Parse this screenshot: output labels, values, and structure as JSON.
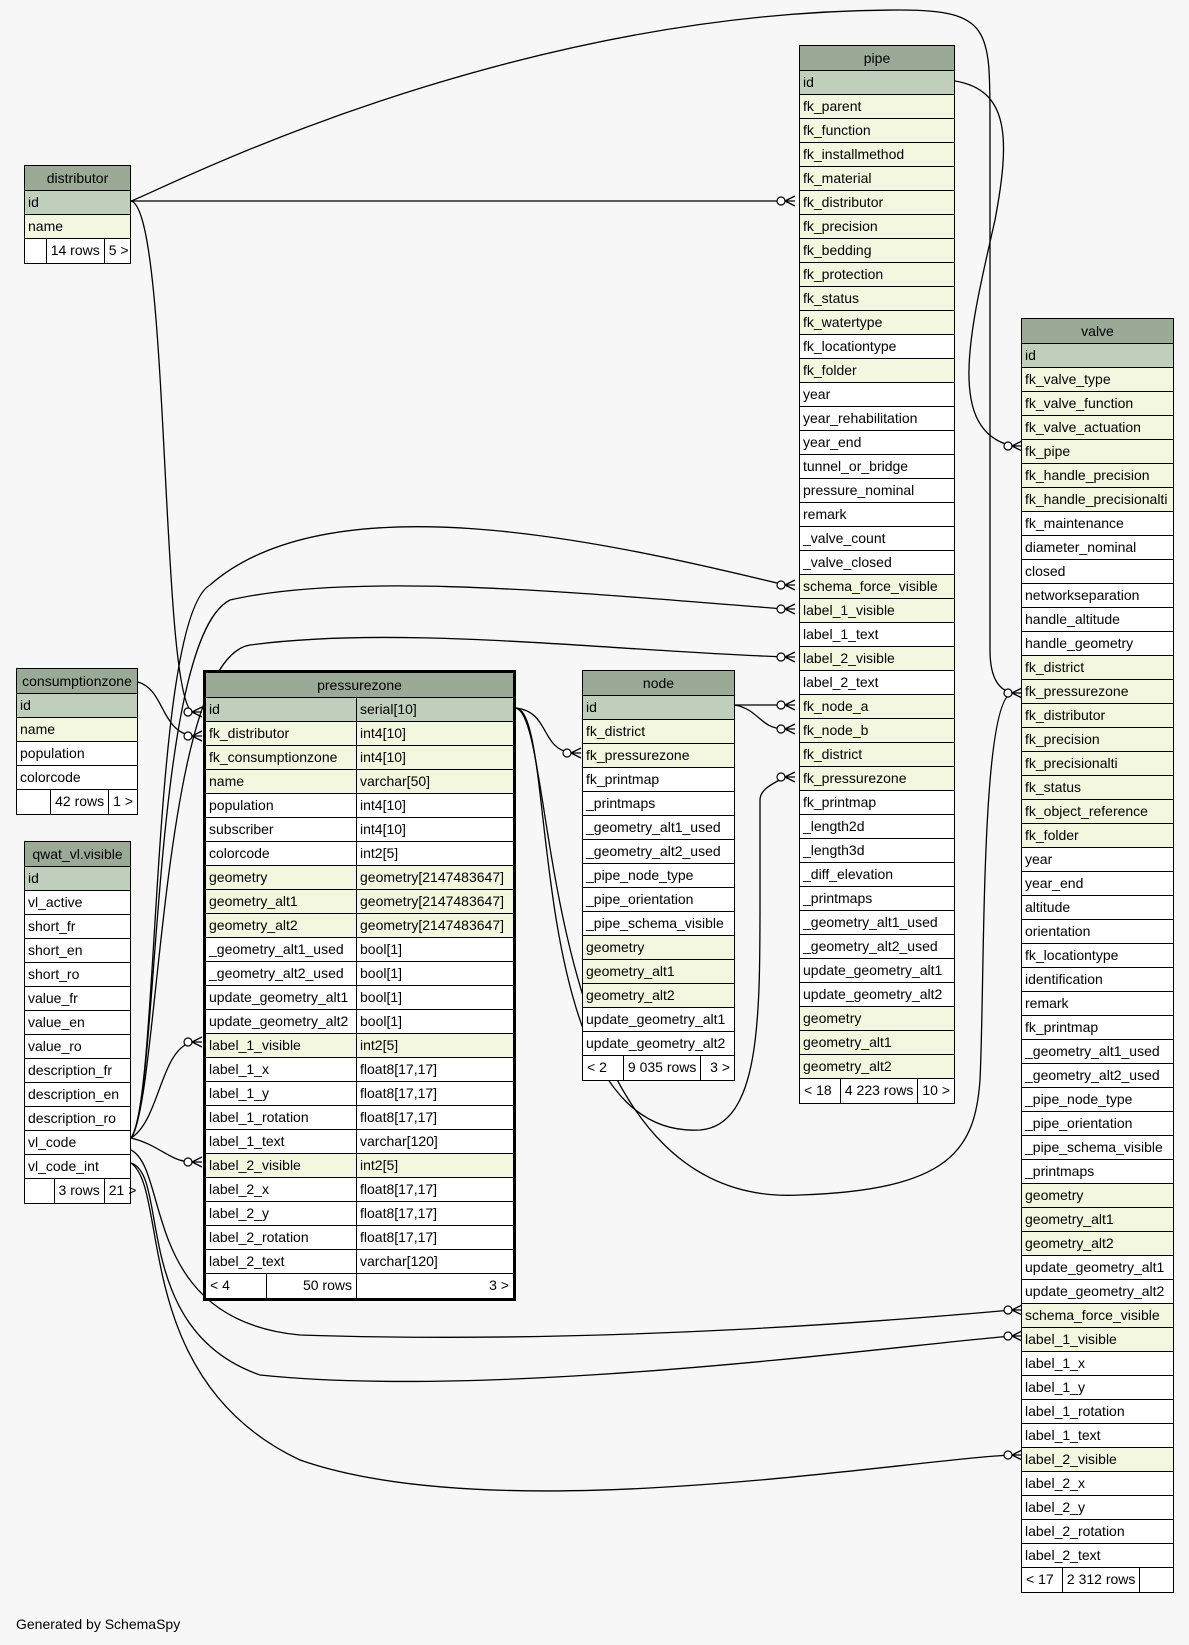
{
  "credit": "Generated by SchemaSpy",
  "tables": {
    "distributor": {
      "title": "distributor",
      "columns": [
        {
          "n": "id",
          "k": "pk"
        },
        {
          "n": "name",
          "k": "fk"
        }
      ],
      "footer": {
        "a": "",
        "b": "14 rows",
        "c": "5 >"
      }
    },
    "consumptionzone": {
      "title": "consumptionzone",
      "columns": [
        {
          "n": "id",
          "k": "pk"
        },
        {
          "n": "name",
          "k": "fk"
        },
        {
          "n": "population",
          "k": "pl"
        },
        {
          "n": "colorcode",
          "k": "pl"
        }
      ],
      "footer": {
        "a": "",
        "b": "42 rows",
        "c": "1 >"
      }
    },
    "qwat": {
      "title": "qwat_vl.visible",
      "columns": [
        {
          "n": "id",
          "k": "pk"
        },
        {
          "n": "vl_active",
          "k": "pl"
        },
        {
          "n": "short_fr",
          "k": "pl"
        },
        {
          "n": "short_en",
          "k": "pl"
        },
        {
          "n": "short_ro",
          "k": "pl"
        },
        {
          "n": "value_fr",
          "k": "pl"
        },
        {
          "n": "value_en",
          "k": "pl"
        },
        {
          "n": "value_ro",
          "k": "pl"
        },
        {
          "n": "description_fr",
          "k": "pl"
        },
        {
          "n": "description_en",
          "k": "pl"
        },
        {
          "n": "description_ro",
          "k": "pl"
        },
        {
          "n": "vl_code",
          "k": "pl"
        },
        {
          "n": "vl_code_int",
          "k": "pl"
        }
      ],
      "footer": {
        "a": "",
        "b": "3 rows",
        "c": "21 >"
      }
    },
    "pressurezone": {
      "title": "pressurezone",
      "columns": [
        {
          "n": "id",
          "t": "serial[10]",
          "k": "pk"
        },
        {
          "n": "fk_distributor",
          "t": "int4[10]",
          "k": "fk"
        },
        {
          "n": "fk_consumptionzone",
          "t": "int4[10]",
          "k": "fk"
        },
        {
          "n": "name",
          "t": "varchar[50]",
          "k": "fk"
        },
        {
          "n": "population",
          "t": "int4[10]",
          "k": "pl"
        },
        {
          "n": "subscriber",
          "t": "int4[10]",
          "k": "pl"
        },
        {
          "n": "colorcode",
          "t": "int2[5]",
          "k": "pl"
        },
        {
          "n": "geometry",
          "t": "geometry[2147483647]",
          "k": "fk"
        },
        {
          "n": "geometry_alt1",
          "t": "geometry[2147483647]",
          "k": "fk"
        },
        {
          "n": "geometry_alt2",
          "t": "geometry[2147483647]",
          "k": "fk"
        },
        {
          "n": "_geometry_alt1_used",
          "t": "bool[1]",
          "k": "pl"
        },
        {
          "n": "_geometry_alt2_used",
          "t": "bool[1]",
          "k": "pl"
        },
        {
          "n": "update_geometry_alt1",
          "t": "bool[1]",
          "k": "pl"
        },
        {
          "n": "update_geometry_alt2",
          "t": "bool[1]",
          "k": "pl"
        },
        {
          "n": "label_1_visible",
          "t": "int2[5]",
          "k": "fk"
        },
        {
          "n": "label_1_x",
          "t": "float8[17,17]",
          "k": "pl"
        },
        {
          "n": "label_1_y",
          "t": "float8[17,17]",
          "k": "pl"
        },
        {
          "n": "label_1_rotation",
          "t": "float8[17,17]",
          "k": "pl"
        },
        {
          "n": "label_1_text",
          "t": "varchar[120]",
          "k": "pl"
        },
        {
          "n": "label_2_visible",
          "t": "int2[5]",
          "k": "fk"
        },
        {
          "n": "label_2_x",
          "t": "float8[17,17]",
          "k": "pl"
        },
        {
          "n": "label_2_y",
          "t": "float8[17,17]",
          "k": "pl"
        },
        {
          "n": "label_2_rotation",
          "t": "float8[17,17]",
          "k": "pl"
        },
        {
          "n": "label_2_text",
          "t": "varchar[120]",
          "k": "pl"
        }
      ],
      "footer": {
        "a": "< 4",
        "b": "50 rows",
        "c": "3 >"
      }
    },
    "node": {
      "title": "node",
      "columns": [
        {
          "n": "id",
          "k": "pk"
        },
        {
          "n": "fk_district",
          "k": "fk"
        },
        {
          "n": "fk_pressurezone",
          "k": "fk"
        },
        {
          "n": "fk_printmap",
          "k": "pl"
        },
        {
          "n": "_printmaps",
          "k": "pl"
        },
        {
          "n": "_geometry_alt1_used",
          "k": "pl"
        },
        {
          "n": "_geometry_alt2_used",
          "k": "pl"
        },
        {
          "n": "_pipe_node_type",
          "k": "pl"
        },
        {
          "n": "_pipe_orientation",
          "k": "pl"
        },
        {
          "n": "_pipe_schema_visible",
          "k": "pl"
        },
        {
          "n": "geometry",
          "k": "fk"
        },
        {
          "n": "geometry_alt1",
          "k": "fk"
        },
        {
          "n": "geometry_alt2",
          "k": "fk"
        },
        {
          "n": "update_geometry_alt1",
          "k": "pl"
        },
        {
          "n": "update_geometry_alt2",
          "k": "pl"
        }
      ],
      "footer": {
        "a": "< 2",
        "b": "9 035 rows",
        "c": "3 >"
      }
    },
    "pipe": {
      "title": "pipe",
      "columns": [
        {
          "n": "id",
          "k": "pk"
        },
        {
          "n": "fk_parent",
          "k": "fk"
        },
        {
          "n": "fk_function",
          "k": "fk"
        },
        {
          "n": "fk_installmethod",
          "k": "fk"
        },
        {
          "n": "fk_material",
          "k": "fk"
        },
        {
          "n": "fk_distributor",
          "k": "fk"
        },
        {
          "n": "fk_precision",
          "k": "fk"
        },
        {
          "n": "fk_bedding",
          "k": "fk"
        },
        {
          "n": "fk_protection",
          "k": "fk"
        },
        {
          "n": "fk_status",
          "k": "fk"
        },
        {
          "n": "fk_watertype",
          "k": "fk"
        },
        {
          "n": "fk_locationtype",
          "k": "pl"
        },
        {
          "n": "fk_folder",
          "k": "fk"
        },
        {
          "n": "year",
          "k": "pl"
        },
        {
          "n": "year_rehabilitation",
          "k": "pl"
        },
        {
          "n": "year_end",
          "k": "pl"
        },
        {
          "n": "tunnel_or_bridge",
          "k": "pl"
        },
        {
          "n": "pressure_nominal",
          "k": "pl"
        },
        {
          "n": "remark",
          "k": "pl"
        },
        {
          "n": "_valve_count",
          "k": "pl"
        },
        {
          "n": "_valve_closed",
          "k": "pl"
        },
        {
          "n": "schema_force_visible",
          "k": "fk"
        },
        {
          "n": "label_1_visible",
          "k": "fk"
        },
        {
          "n": "label_1_text",
          "k": "pl"
        },
        {
          "n": "label_2_visible",
          "k": "fk"
        },
        {
          "n": "label_2_text",
          "k": "pl"
        },
        {
          "n": "fk_node_a",
          "k": "fk"
        },
        {
          "n": "fk_node_b",
          "k": "fk"
        },
        {
          "n": "fk_district",
          "k": "fk"
        },
        {
          "n": "fk_pressurezone",
          "k": "fk"
        },
        {
          "n": "fk_printmap",
          "k": "pl"
        },
        {
          "n": "_length2d",
          "k": "pl"
        },
        {
          "n": "_length3d",
          "k": "pl"
        },
        {
          "n": "_diff_elevation",
          "k": "pl"
        },
        {
          "n": "_printmaps",
          "k": "pl"
        },
        {
          "n": "_geometry_alt1_used",
          "k": "pl"
        },
        {
          "n": "_geometry_alt2_used",
          "k": "pl"
        },
        {
          "n": "update_geometry_alt1",
          "k": "pl"
        },
        {
          "n": "update_geometry_alt2",
          "k": "pl"
        },
        {
          "n": "geometry",
          "k": "fk"
        },
        {
          "n": "geometry_alt1",
          "k": "fk"
        },
        {
          "n": "geometry_alt2",
          "k": "fk"
        }
      ],
      "footer": {
        "a": "< 18",
        "b": "4 223 rows",
        "c": "10 >"
      }
    },
    "valve": {
      "title": "valve",
      "columns": [
        {
          "n": "id",
          "k": "pk"
        },
        {
          "n": "fk_valve_type",
          "k": "fk"
        },
        {
          "n": "fk_valve_function",
          "k": "fk"
        },
        {
          "n": "fk_valve_actuation",
          "k": "fk"
        },
        {
          "n": "fk_pipe",
          "k": "fk"
        },
        {
          "n": "fk_handle_precision",
          "k": "fk"
        },
        {
          "n": "fk_handle_precisionalti",
          "k": "fk"
        },
        {
          "n": "fk_maintenance",
          "k": "pl"
        },
        {
          "n": "diameter_nominal",
          "k": "pl"
        },
        {
          "n": "closed",
          "k": "pl"
        },
        {
          "n": "networkseparation",
          "k": "pl"
        },
        {
          "n": "handle_altitude",
          "k": "pl"
        },
        {
          "n": "handle_geometry",
          "k": "pl"
        },
        {
          "n": "fk_district",
          "k": "fk"
        },
        {
          "n": "fk_pressurezone",
          "k": "fk"
        },
        {
          "n": "fk_distributor",
          "k": "fk"
        },
        {
          "n": "fk_precision",
          "k": "fk"
        },
        {
          "n": "fk_precisionalti",
          "k": "fk"
        },
        {
          "n": "fk_status",
          "k": "fk"
        },
        {
          "n": "fk_object_reference",
          "k": "fk"
        },
        {
          "n": "fk_folder",
          "k": "fk"
        },
        {
          "n": "year",
          "k": "pl"
        },
        {
          "n": "year_end",
          "k": "pl"
        },
        {
          "n": "altitude",
          "k": "pl"
        },
        {
          "n": "orientation",
          "k": "pl"
        },
        {
          "n": "fk_locationtype",
          "k": "pl"
        },
        {
          "n": "identification",
          "k": "pl"
        },
        {
          "n": "remark",
          "k": "pl"
        },
        {
          "n": "fk_printmap",
          "k": "pl"
        },
        {
          "n": "_geometry_alt1_used",
          "k": "pl"
        },
        {
          "n": "_geometry_alt2_used",
          "k": "pl"
        },
        {
          "n": "_pipe_node_type",
          "k": "pl"
        },
        {
          "n": "_pipe_orientation",
          "k": "pl"
        },
        {
          "n": "_pipe_schema_visible",
          "k": "pl"
        },
        {
          "n": "_printmaps",
          "k": "pl"
        },
        {
          "n": "geometry",
          "k": "fk"
        },
        {
          "n": "geometry_alt1",
          "k": "fk"
        },
        {
          "n": "geometry_alt2",
          "k": "fk"
        },
        {
          "n": "update_geometry_alt1",
          "k": "pl"
        },
        {
          "n": "update_geometry_alt2",
          "k": "pl"
        },
        {
          "n": "schema_force_visible",
          "k": "fk"
        },
        {
          "n": "label_1_visible",
          "k": "fk"
        },
        {
          "n": "label_1_x",
          "k": "pl"
        },
        {
          "n": "label_1_y",
          "k": "pl"
        },
        {
          "n": "label_1_rotation",
          "k": "pl"
        },
        {
          "n": "label_1_text",
          "k": "pl"
        },
        {
          "n": "label_2_visible",
          "k": "fk"
        },
        {
          "n": "label_2_x",
          "k": "pl"
        },
        {
          "n": "label_2_y",
          "k": "pl"
        },
        {
          "n": "label_2_rotation",
          "k": "pl"
        },
        {
          "n": "label_2_text",
          "k": "pl"
        }
      ],
      "footer": {
        "a": "< 17",
        "b": "2 312 rows",
        "c": ""
      }
    }
  },
  "colors": {
    "header": "#9aaa96",
    "primary_key_row": "#bfcfbb",
    "foreign_key_row": "#f4f7e0",
    "plain_row": "#ffffff",
    "background": "#f7f7f7",
    "line": "#000000"
  }
}
